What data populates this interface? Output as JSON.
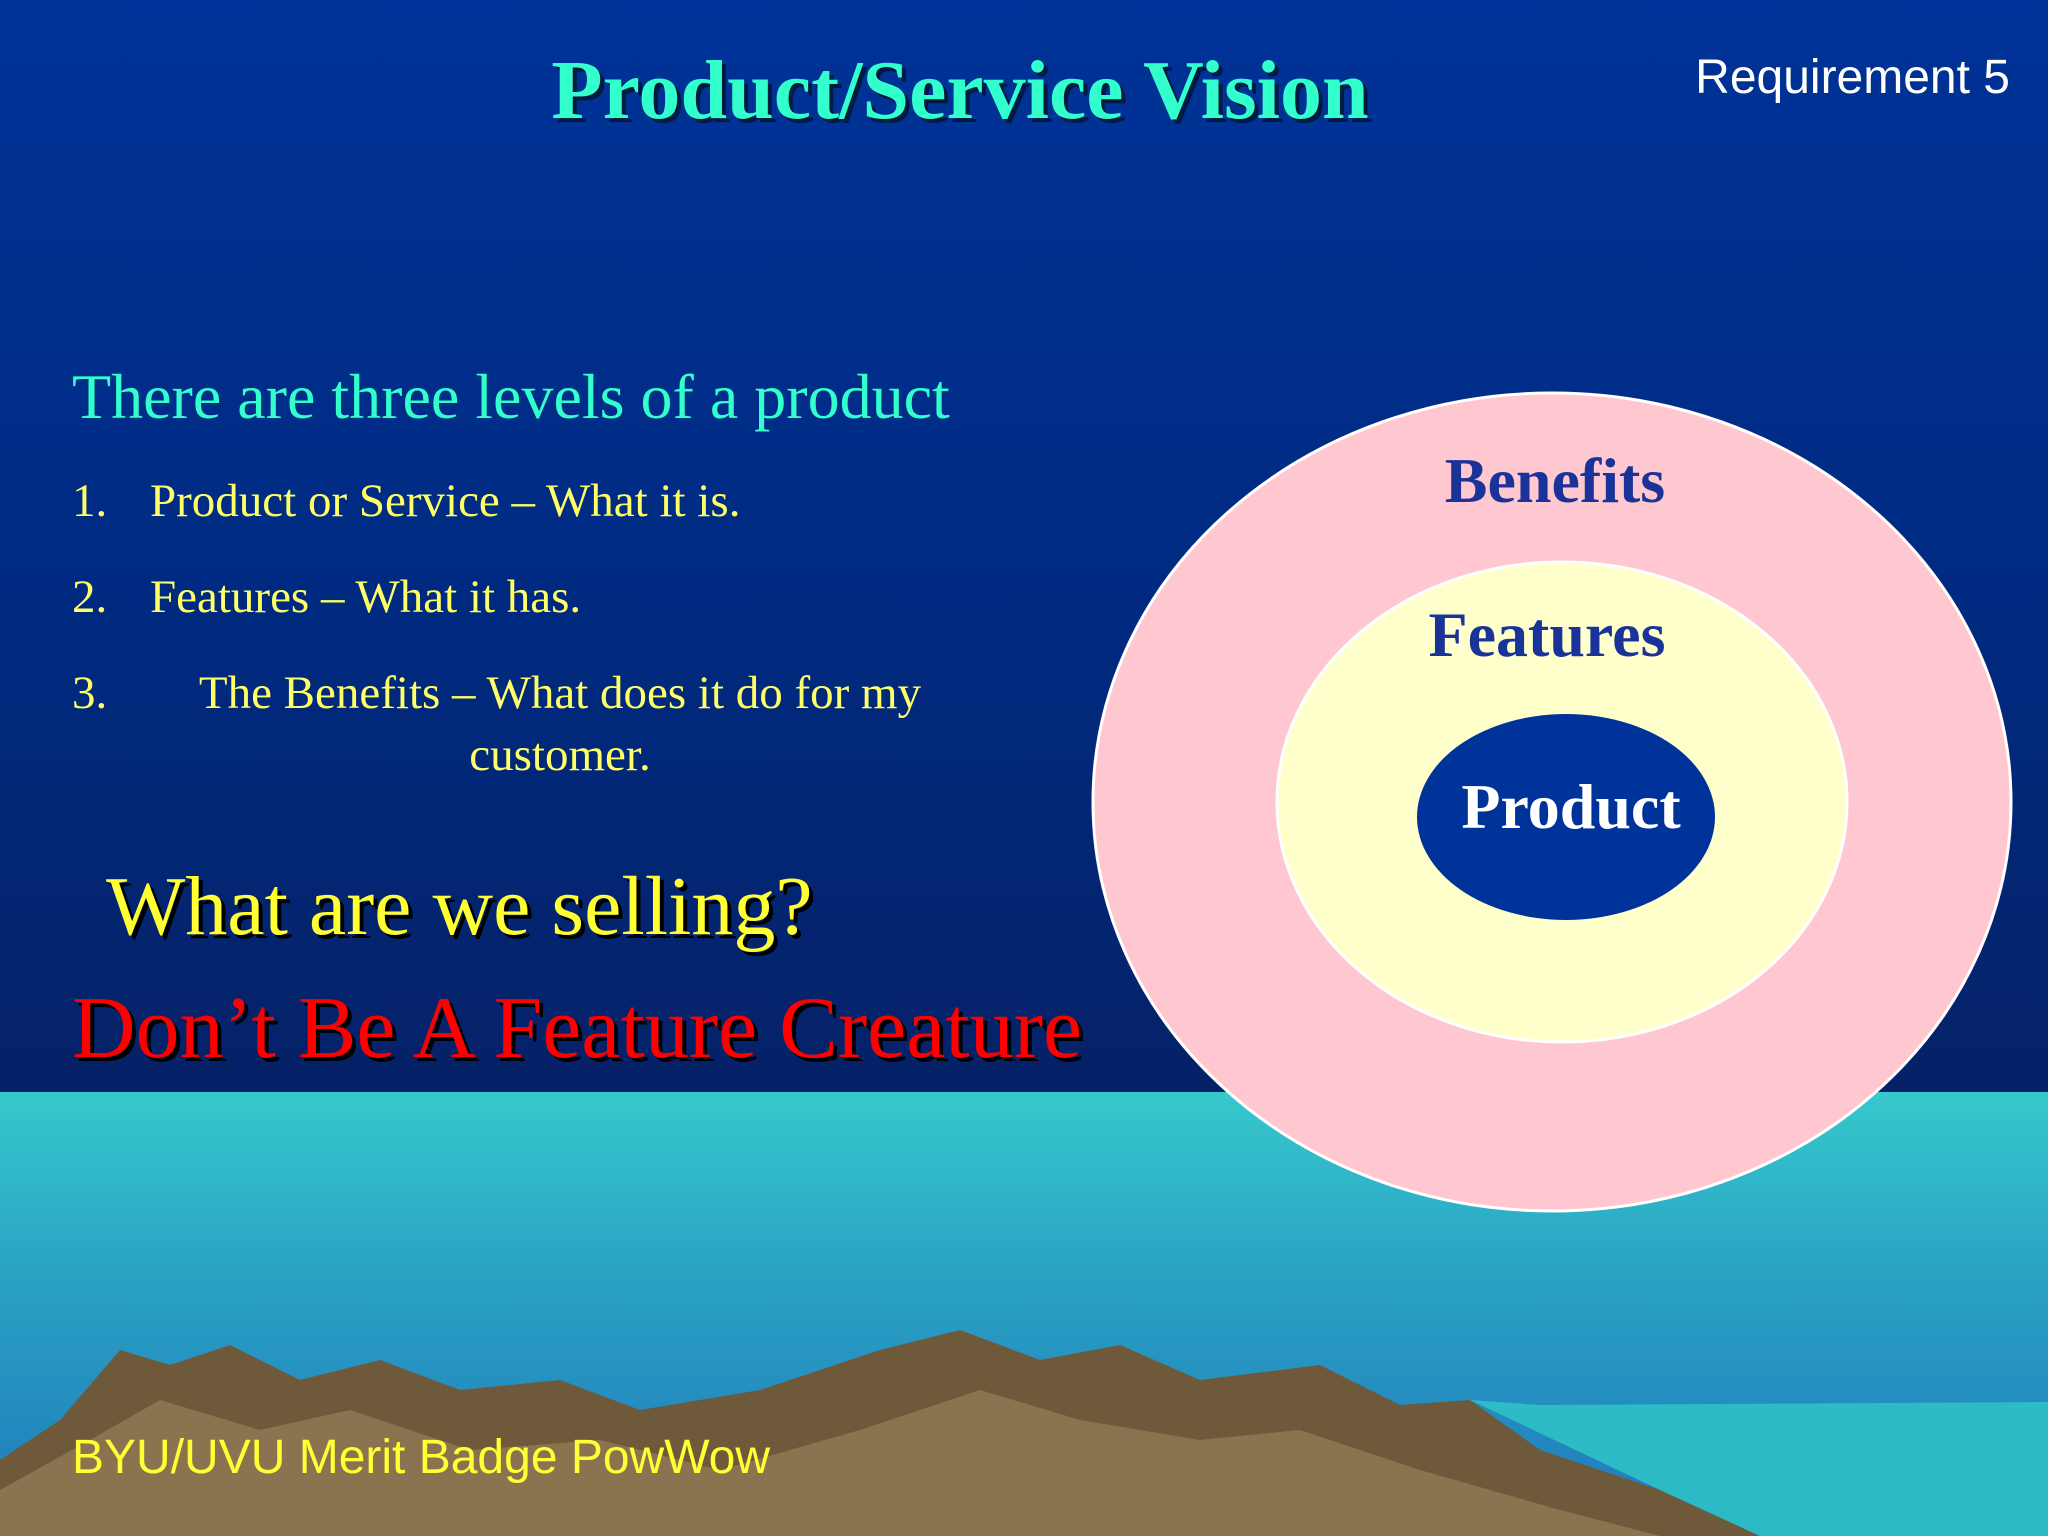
{
  "slide": {
    "title": "Product/Service Vision",
    "requirement": "Requirement 5",
    "intro": "There are three levels of a product",
    "levels": [
      {
        "num": "1.",
        "text": "Product or Service – What it is."
      },
      {
        "num": "2.",
        "text": "Features – What it has."
      },
      {
        "num": "3.",
        "text": "The Benefits – What does it do for my customer."
      }
    ],
    "question": "What are we selling?",
    "warning": "Don’t Be A Feature Creature",
    "footer": "BYU/UVU Merit Badge PowWow"
  },
  "diagram": {
    "outer_label": "Benefits",
    "middle_label": "Features",
    "inner_label": "Product"
  },
  "colors": {
    "title": "#33ffcc",
    "list_text": "#ffff66",
    "warning": "#ff0000",
    "benefits_ring": "#ffc8d0",
    "features_ring": "#ffffcc",
    "product_core": "#003399",
    "ring_text": "#1a3399"
  }
}
